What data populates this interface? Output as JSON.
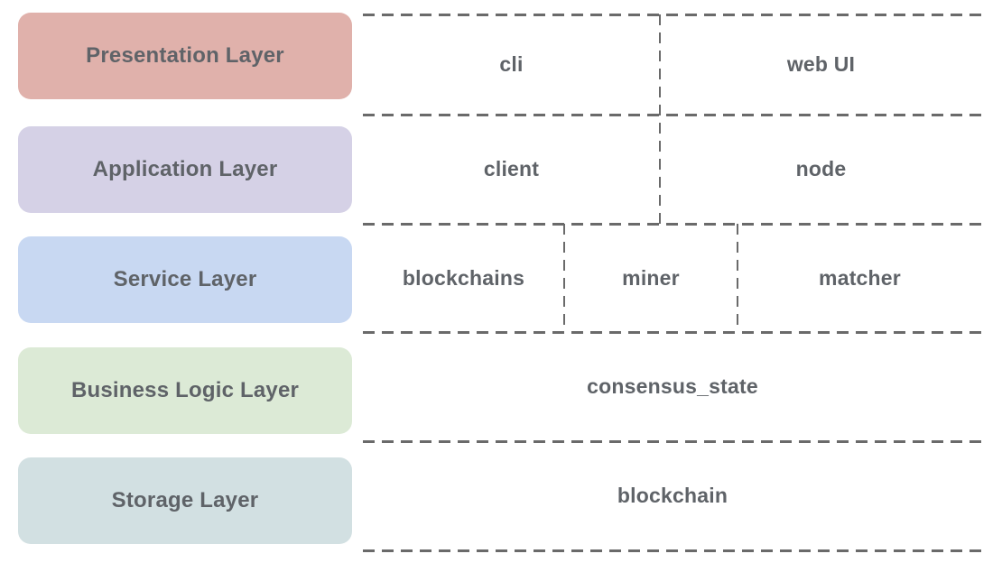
{
  "diagram": {
    "title": "Layered architecture diagram",
    "text_color": "#5f6368",
    "dash_line_color": "#6a6a6a",
    "layers": [
      {
        "label": "Presentation Layer",
        "color": "#e0b1ab"
      },
      {
        "label": "Application Layer",
        "color": "#d5d1e6"
      },
      {
        "label": "Service Layer",
        "color": "#c8d8f2"
      },
      {
        "label": "Business Logic Layer",
        "color": "#dcead6"
      },
      {
        "label": "Storage Layer",
        "color": "#d2e0e2"
      }
    ],
    "components": {
      "presentation": {
        "cli": "cli",
        "web_ui": "web UI"
      },
      "application": {
        "client": "client",
        "node": "node"
      },
      "service": {
        "blockchains": "blockchains",
        "miner": "miner",
        "matcher": "matcher"
      },
      "business_logic": {
        "consensus_state": "consensus_state"
      },
      "storage": {
        "blockchain": "blockchain"
      }
    }
  }
}
